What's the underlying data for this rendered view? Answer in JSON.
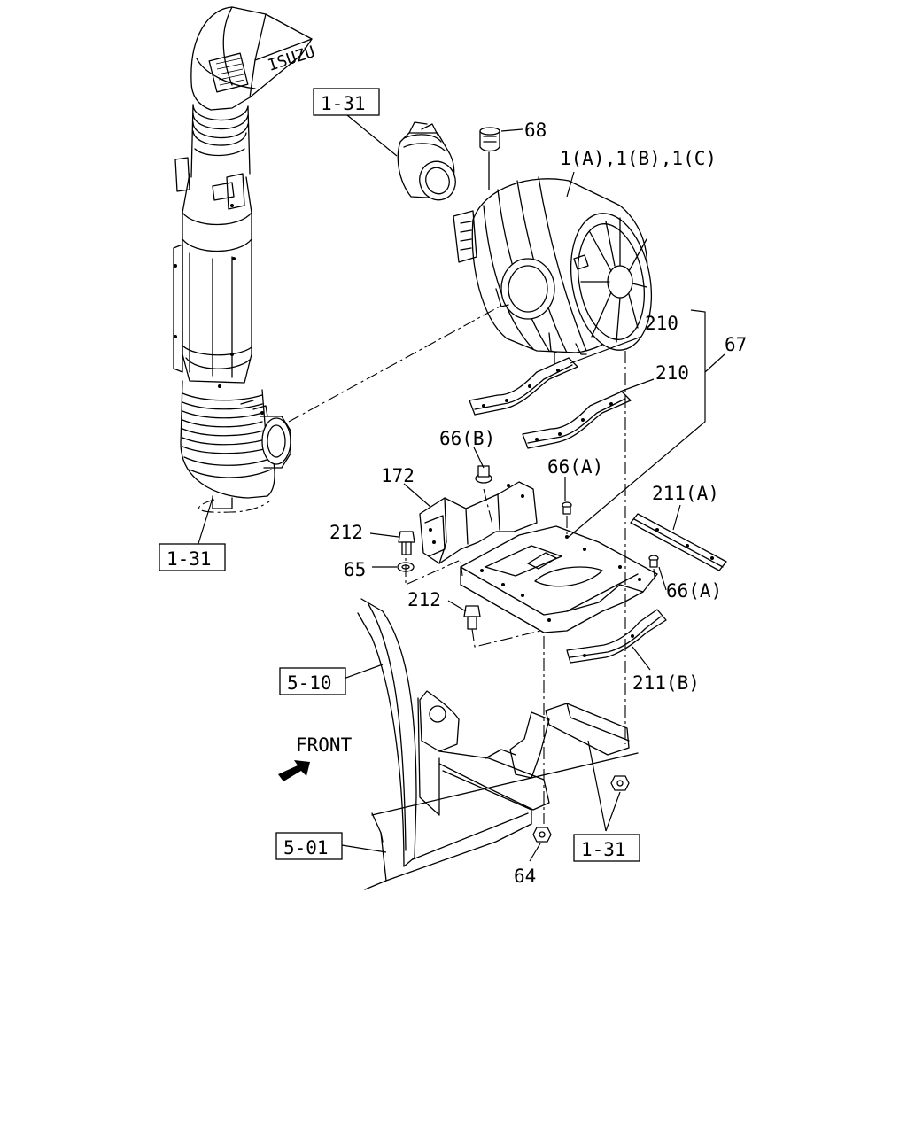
{
  "callouts": {
    "ref_1_31_top": "1-31",
    "ref_1_31_left": "1-31",
    "ref_1_31_bottom": "1-31",
    "ref_5_10": "5-10",
    "ref_5_01": "5-01",
    "p68": "68",
    "p1": "1(A),1(B),1(C)",
    "p210_a": "210",
    "p210_b": "210",
    "p67": "67",
    "p66b": "66(B)",
    "p66a_top": "66(A)",
    "p66a_right": "66(A)",
    "p172": "172",
    "p211a": "211(A)",
    "p211b": "211(B)",
    "p212_top": "212",
    "p212_mid": "212",
    "p65": "65",
    "p64": "64"
  },
  "front_label": "FRONT"
}
